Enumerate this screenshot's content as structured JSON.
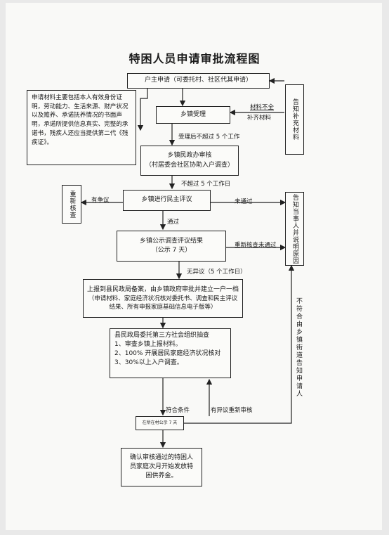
{
  "title": "特困人员申请审批流程图",
  "nodes": {
    "apply": "户主申请（可委托村、社区代其申请）",
    "accept": "乡镇受理",
    "review_l1": "乡镇民政办审核",
    "review_l2": "（村居委会社区协助入户调查）",
    "democratic": "乡镇进行民主评议",
    "publicity_l1": "乡镇公示调查评议结果",
    "publicity_l2": "（公示 7 天）",
    "report_l1": "上报到县民政局备案，由乡镇政府审批并建立一户一档",
    "report_l2": "（申请材料、家庭经济状况核对委托书、调查和民主评议结果、所有申报家庭基础信息电子版等）",
    "county_l1": "县民政局委托第三方社会组织抽查",
    "county_l2": "1、审查乡镇上报材料。",
    "county_l3": "2、100% 开展居民家庭经济状况核对",
    "county_l4": "3、30%以上入户调查。",
    "village": "在所在村公示 7 天",
    "confirm": "确认审核通过的特困人员家庭次月开始发放特困供养金。",
    "materials_note": "申请材料主要包括本人有效身份证明，劳动能力、生活来源、财产状况以及赡养、承诺抚养情况的书面声明，承诺所提供信息真实、完整的承诺书，残疾人还应当提供第二代《残疾证》。",
    "notify_supplement": "告知补充材料",
    "recheck": "重新核查",
    "notify_reason": "告知当事人并说明原因"
  },
  "labels": {
    "incomplete_l1": "材料不全",
    "incomplete_l2": "补齐材料",
    "within5": "受理后不超过 5 个工作",
    "within5b": "不超过 5 个工作日",
    "dispute": "有争议",
    "not_pass": "未通过",
    "pass": "通过",
    "recheck_fail": "重新核查未通过",
    "no_objection": "无异议（5 个工作日）",
    "qualified": "符合条件",
    "objection_recheck": "有异议重新审核",
    "not_qualified_notify": "不符合由乡镇街道告知申请人"
  }
}
